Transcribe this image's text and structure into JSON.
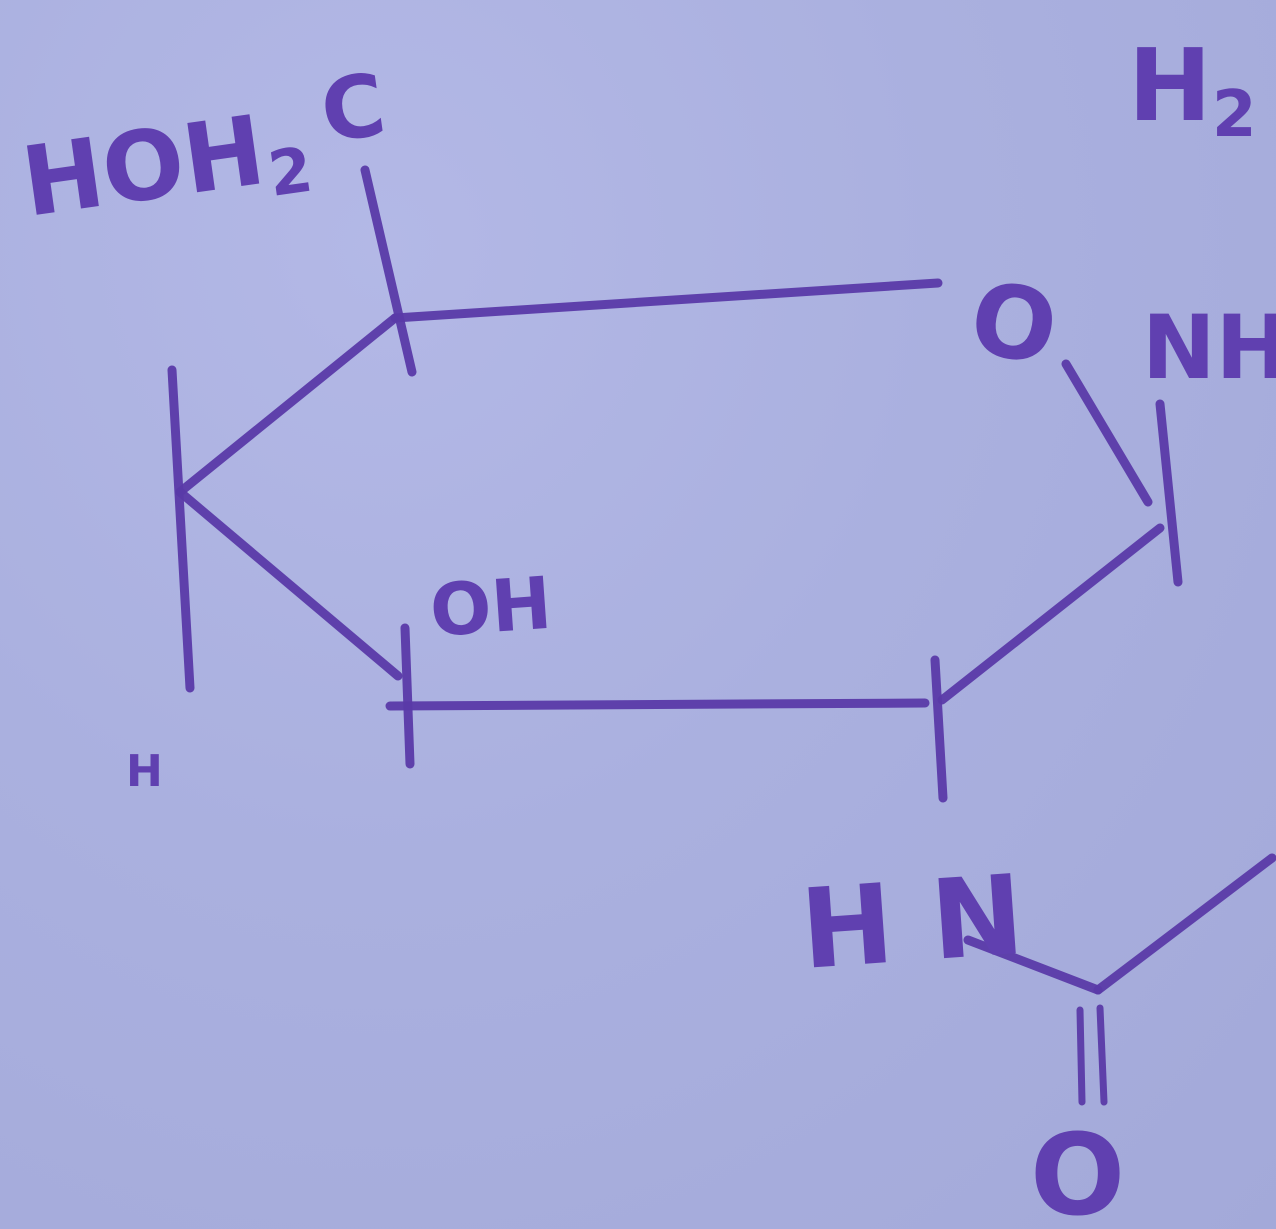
{
  "diagram": {
    "labels": {
      "hoh2c_main": "HOH",
      "hoh2c_sub": "2",
      "hoh2c_tail": "C",
      "h2_main": "H",
      "h2_sub": "2",
      "ring_oxygen": "O",
      "nh_top": "NH",
      "oh": "OH",
      "h_small": "H",
      "hn": "H N",
      "carbonyl_oxygen": "O"
    },
    "ink_color": "#5a3aa8",
    "paper_color": "#a9aede"
  }
}
